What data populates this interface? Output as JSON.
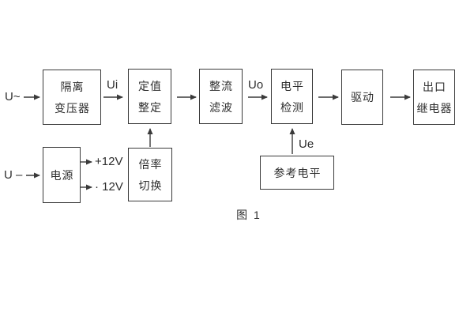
{
  "figure": {
    "caption": "图 1",
    "colors": {
      "line": "#3a3a3a",
      "text": "#2e2e2e",
      "background": "#ffffff"
    },
    "inputs": {
      "ac": "U~",
      "dc": "U –"
    },
    "signals": {
      "ui": "Ui",
      "uo": "Uo",
      "ue": "Ue"
    },
    "power_rails": {
      "positive": "+12V",
      "negative": "· 12V"
    },
    "blocks": {
      "isolation_transformer": {
        "line1": "隔离",
        "line2": "变压器"
      },
      "setpoint_adjust": {
        "line1": "定值",
        "line2": "整定"
      },
      "rectifier_filter": {
        "line1": "整流",
        "line2": "滤波"
      },
      "level_detector": {
        "line1": "电平",
        "line2": "检测"
      },
      "driver": {
        "line1": "驱动"
      },
      "output_relay": {
        "line1": "出口",
        "line2": "继电器"
      },
      "power_supply": {
        "line1": "电源"
      },
      "ratio_switch": {
        "line1": "倍率",
        "line2": "切换"
      },
      "reference_level": {
        "line1": "参考电平"
      }
    }
  }
}
